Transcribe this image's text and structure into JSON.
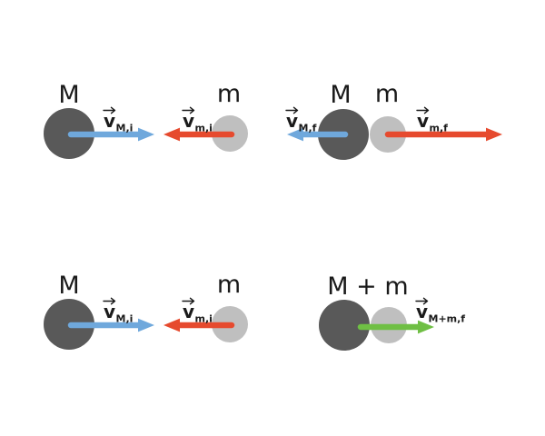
{
  "colors": {
    "background": "#ffffff",
    "large_mass": "#595959",
    "small_mass": "#bfbfbf",
    "arrow_blue": "#6fa8dc",
    "arrow_red": "#e64a2e",
    "arrow_green": "#6fbf44",
    "text": "#1a1a1a"
  },
  "scenes": {
    "elastic_initial": {
      "large_mass_label": "M",
      "small_mass_label": "m",
      "large_velocity_symbol": "v",
      "large_velocity_subscript": "M,i",
      "small_velocity_symbol": "v",
      "small_velocity_subscript": "m,i"
    },
    "elastic_final": {
      "large_mass_label": "M",
      "small_mass_label": "m",
      "large_velocity_symbol": "v",
      "large_velocity_subscript": "M,f",
      "small_velocity_symbol": "v",
      "small_velocity_subscript": "m,f"
    },
    "inelastic_initial": {
      "large_mass_label": "M",
      "small_mass_label": "m",
      "large_velocity_symbol": "v",
      "large_velocity_subscript": "M,i",
      "small_velocity_symbol": "v",
      "small_velocity_subscript": "m,i"
    },
    "inelastic_final": {
      "combined_mass_label": "M + m",
      "combined_velocity_symbol": "v",
      "combined_velocity_subscript": "M+m,f"
    }
  }
}
